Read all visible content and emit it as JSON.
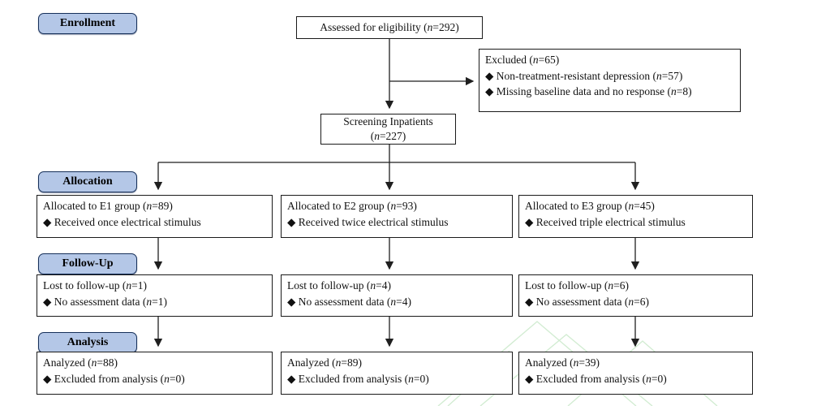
{
  "diagram": {
    "stages": [
      {
        "label": "Enrollment"
      },
      {
        "label": "Allocation"
      },
      {
        "label": "Follow-Up"
      },
      {
        "label": "Analysis"
      }
    ],
    "assessed": {
      "text": "Assessed for eligibility (n=292)"
    },
    "excluded": {
      "title": "Excluded (n=65)",
      "bullets": [
        "◆ Non-treatment-resistant depression (n=57)",
        "◆ Missing baseline data and no response (n=8)"
      ]
    },
    "screening": {
      "line1": "Screening Inpatients",
      "line2": "(n=227)"
    },
    "columns": [
      {
        "allocation": {
          "title": "Allocated to E1 group (n=89)",
          "bullet": "◆ Received once electrical stimulus"
        },
        "followup": {
          "title": "Lost to follow-up (n=1)",
          "bullet": "◆ No assessment data (n=1)"
        },
        "analysis": {
          "title": "Analyzed (n=88)",
          "bullet": "◆  Excluded from analysis (n=0)"
        }
      },
      {
        "allocation": {
          "title": "Allocated to E2 group (n=93)",
          "bullet": "◆ Received twice electrical stimulus"
        },
        "followup": {
          "title": "Lost to follow-up (n=4)",
          "bullet": "◆ No assessment data (n=4)"
        },
        "analysis": {
          "title": "Analyzed (n=89)",
          "bullet": "◆  Excluded from analysis (n=0)"
        }
      },
      {
        "allocation": {
          "title": "Allocated to E3 group (n=45)",
          "bullet": "◆ Received triple electrical stimulus"
        },
        "followup": {
          "title": "Lost to follow-up (n=6)",
          "bullet": "◆ No assessment data (n=6)"
        },
        "analysis": {
          "title": "Analyzed (n=39)",
          "bullet": "◆  Excluded from analysis (n=0)"
        }
      }
    ],
    "colors": {
      "stage_fill": "#b4c7e7",
      "stage_border": "#16305a",
      "box_border": "#1a1a1a",
      "line_color": "#1f1f1f",
      "watermark_green": "#b5e0b5"
    }
  }
}
